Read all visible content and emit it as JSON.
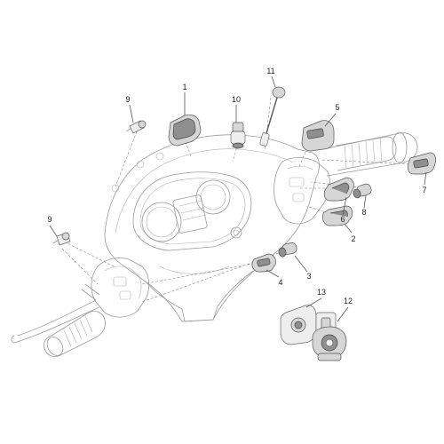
{
  "callouts": {
    "c1": "1",
    "c2": "2",
    "c3": "3",
    "c4": "4",
    "c5": "5",
    "c6": "6",
    "c7": "7",
    "c8": "8",
    "c9a": "9",
    "c9b": "9",
    "c10": "10",
    "c11": "11",
    "c12": "12",
    "c13": "13"
  },
  "colors": {
    "outline": "#9a9a9a",
    "part_fill": "#d6d6d6",
    "part_dark": "#8f8f8f",
    "label": "#222222"
  }
}
